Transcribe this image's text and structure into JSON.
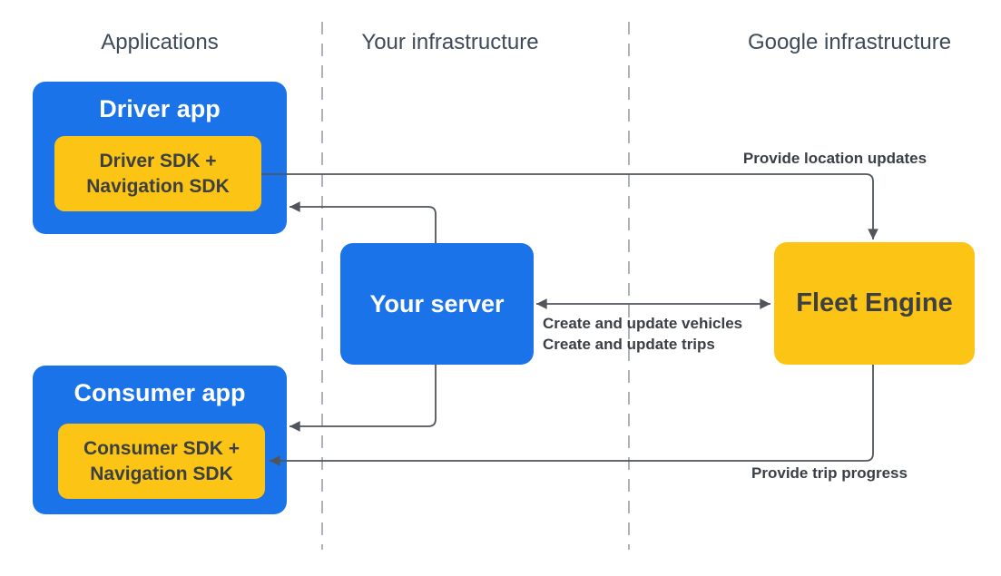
{
  "columns": [
    {
      "label": "Applications"
    },
    {
      "label": "Your infrastructure"
    },
    {
      "label": "Google infrastructure"
    }
  ],
  "nodes": {
    "driver_app": {
      "title": "Driver app",
      "sdk": "Driver SDK +\nNavigation SDK"
    },
    "consumer_app": {
      "title": "Consumer app",
      "sdk": "Consumer SDK +\nNavigation SDK"
    },
    "your_server": {
      "title": "Your server"
    },
    "fleet_engine": {
      "title": "Fleet Engine"
    }
  },
  "edges": {
    "provide_location_updates": {
      "label": "Provide location updates"
    },
    "create_and_update_vehicles": {
      "label": "Create and update vehicles"
    },
    "create_and_update_trips": {
      "label": "Create and update trips"
    },
    "provide_trip_progress": {
      "label": "Provide trip progress"
    }
  },
  "colors": {
    "blue": "#1a73e8",
    "yellow": "#fcc414",
    "box-text": "#3c4043",
    "header-text": "#3e4a59",
    "label-text": "#3a3f45",
    "arrow": "#50555b",
    "divider": "#9aa0a6",
    "bg": "#ffffff"
  }
}
